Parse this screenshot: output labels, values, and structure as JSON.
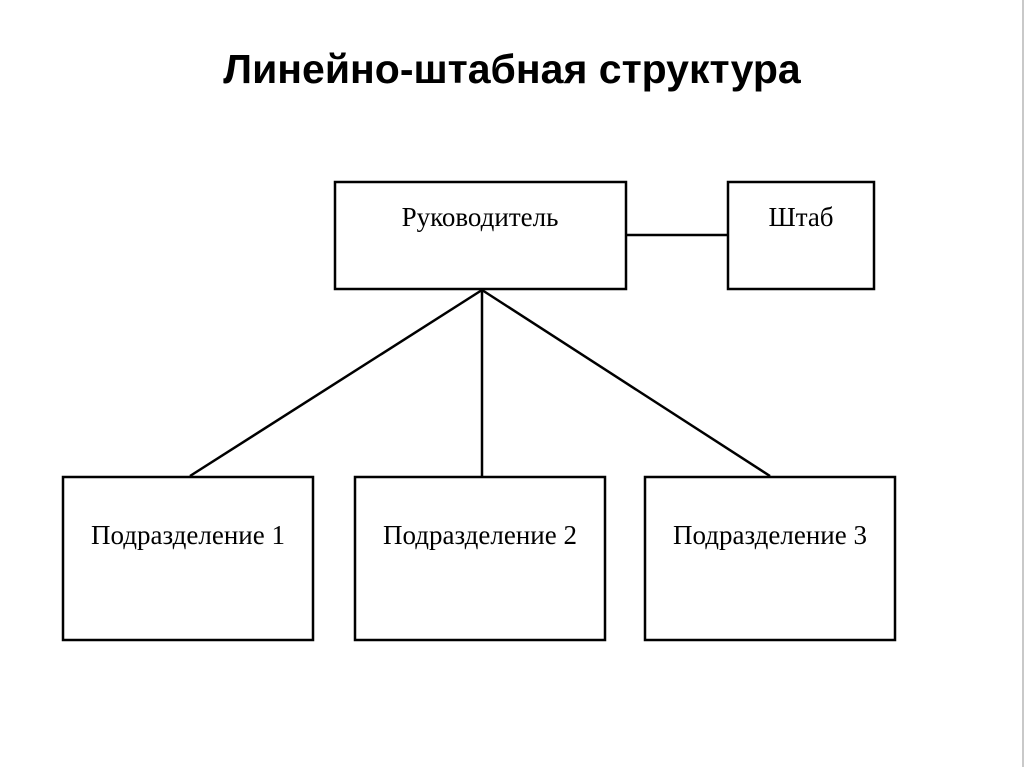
{
  "title": "Линейно-штабная структура",
  "diagram": {
    "manager": {
      "label": "Руководитель"
    },
    "staff": {
      "label": "Штаб"
    },
    "units": [
      {
        "label": "Подразделение 1"
      },
      {
        "label": "Подразделение 2"
      },
      {
        "label": "Подразделение 3"
      }
    ]
  }
}
